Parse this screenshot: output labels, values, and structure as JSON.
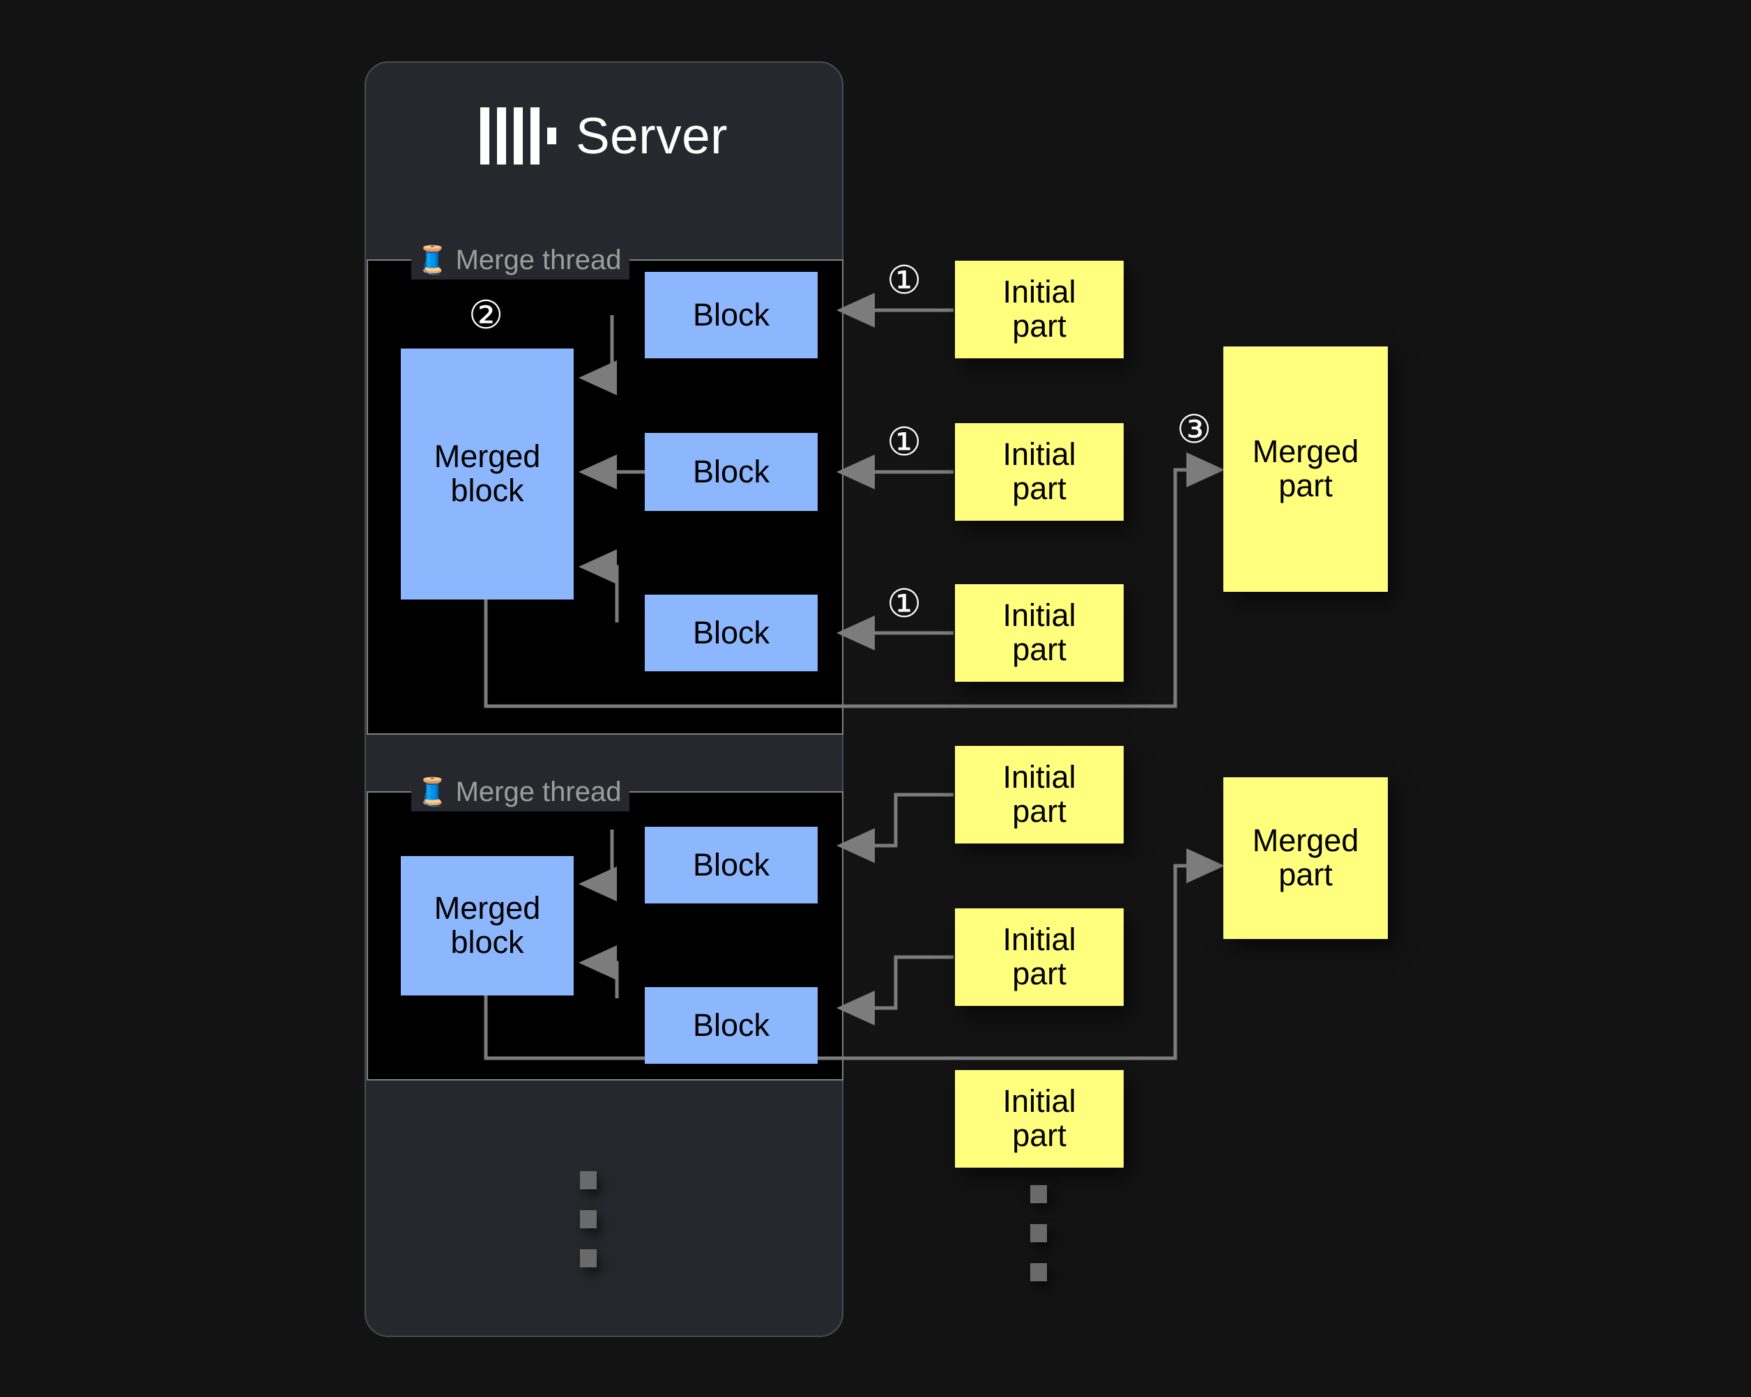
{
  "server": {
    "title": "Server",
    "logo_icon": "clickhouse-logo"
  },
  "threads": [
    {
      "label": "Merge thread",
      "icon": "thread-spool-icon",
      "merged_block_label": "Merged\nblock",
      "blocks": [
        "Block",
        "Block",
        "Block"
      ]
    },
    {
      "label": "Merge thread",
      "icon": "thread-spool-icon",
      "merged_block_label": "Merged\nblock",
      "blocks": [
        "Block",
        "Block"
      ]
    }
  ],
  "merged_block_text": {
    "line1": "Merged",
    "line2": "block"
  },
  "block_text": "Block",
  "initial_parts": [
    {
      "line1": "Initial",
      "line2": "part"
    },
    {
      "line1": "Initial",
      "line2": "part"
    },
    {
      "line1": "Initial",
      "line2": "part"
    },
    {
      "line1": "Initial",
      "line2": "part"
    },
    {
      "line1": "Initial",
      "line2": "part"
    },
    {
      "line1": "Initial",
      "line2": "part"
    }
  ],
  "merged_parts": [
    {
      "line1": "Merged",
      "line2": "part"
    },
    {
      "line1": "Merged",
      "line2": "part"
    }
  ],
  "steps": [
    {
      "id": "step-1-a",
      "label": "①"
    },
    {
      "id": "step-1-b",
      "label": "①"
    },
    {
      "id": "step-1-c",
      "label": "①"
    },
    {
      "id": "step-2",
      "label": "②"
    },
    {
      "id": "step-3",
      "label": "③"
    }
  ],
  "ellipsis": {
    "server_dots": "▪▪▪",
    "parts_dots": "▪▪▪"
  },
  "colors": {
    "page_background": "#131313",
    "panel_background": "#26282e",
    "panel_border": "#4a4d55",
    "thread_background": "#000000",
    "thread_border": "#82837c",
    "block_fill": "#8cb6fd",
    "part_fill": "#ffff7d",
    "connector": "#777777",
    "label_text": "#9d9d9d",
    "title_text": "#ffffff"
  }
}
